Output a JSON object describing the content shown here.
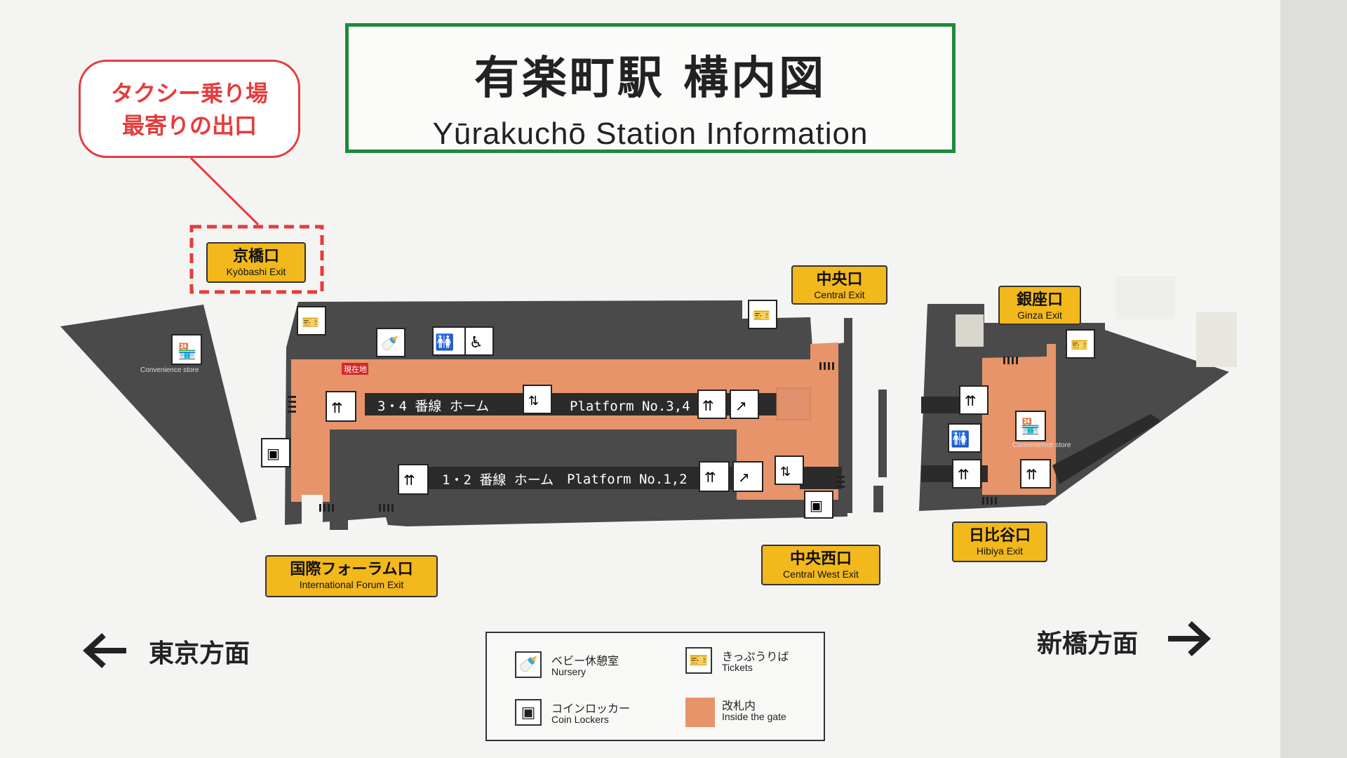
{
  "title": {
    "ja": "有楽町駅 構内図",
    "en": "Yūrakuchō Station Information"
  },
  "callout": {
    "line1": "タクシー乗り場",
    "line2": "最寄りの出口",
    "color": "#e53c3c"
  },
  "exits": {
    "kyobashi": {
      "ja": "京橋口",
      "en": "Kyōbashi Exit"
    },
    "central": {
      "ja": "中央口",
      "en": "Central Exit"
    },
    "ginza": {
      "ja": "銀座口",
      "en": "Ginza Exit"
    },
    "forum": {
      "ja": "国際フォーラム口",
      "en": "International Forum Exit"
    },
    "central_west": {
      "ja": "中央西口",
      "en": "Central West Exit"
    },
    "hibiya": {
      "ja": "日比谷口",
      "en": "Hibiya Exit"
    }
  },
  "platforms": {
    "p34": {
      "ja": "3・4 番線 ホーム",
      "en": "Platform  No.3,4"
    },
    "p12": {
      "ja": "1・2 番線 ホーム",
      "en": "Platform  No.1,2"
    }
  },
  "map_labels": {
    "convenience_left": "Convenience  store",
    "convenience_right": "Convenience  store",
    "you_are_here": "現在地"
  },
  "directions": {
    "left": "東京方面",
    "right": "新橋方面"
  },
  "legend": {
    "nursery": {
      "ja": "ベビー休憩室",
      "en": "Nursery"
    },
    "tickets": {
      "ja": "きっぷうりば",
      "en": "Tickets"
    },
    "lockers": {
      "ja": "コインロッカー",
      "en": "Coin Lockers"
    },
    "gate": {
      "ja": "改札内",
      "en": "Inside the gate"
    }
  },
  "colors": {
    "exit_sign": "#f2b81c",
    "inside_gate": "#e8946a",
    "concourse": "#4b4a4b",
    "title_border": "#1e8a3c",
    "highlight": "#e53c3c"
  },
  "icons": [
    "store-icon",
    "nursery-icon",
    "restroom-icon",
    "accessible-icon",
    "ticket-icon",
    "stairs-icon",
    "escalator-icon",
    "elevator-icon",
    "locker-icon",
    "arrow-left-icon",
    "arrow-right-icon"
  ]
}
